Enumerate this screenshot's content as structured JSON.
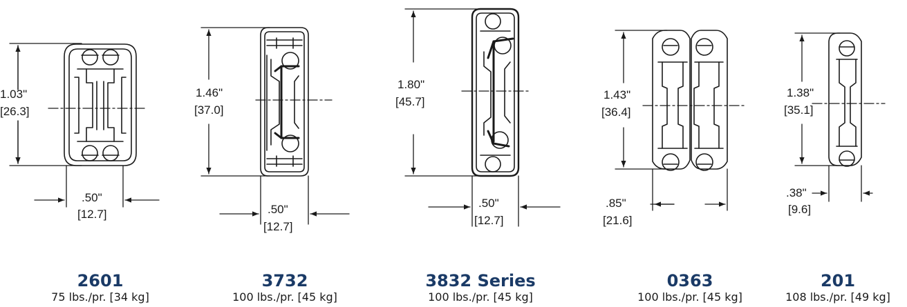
{
  "slides": [
    {
      "model": "2601",
      "rating": "75 lbs./pr. [34 kg]",
      "height_in": "1.03\"",
      "height_mm": "[26.3]",
      "width_in": ".50\"",
      "width_mm": "[12.7]"
    },
    {
      "model": "3732",
      "rating": "100 lbs./pr. [45 kg]",
      "height_in": "1.46\"",
      "height_mm": "[37.0]",
      "width_in": ".50\"",
      "width_mm": "[12.7]"
    },
    {
      "model": "3832 Series",
      "rating": "100 lbs./pr. [45 kg]",
      "height_in": "1.80\"",
      "height_mm": "[45.7]",
      "width_in": ".50\"",
      "width_mm": "[12.7]"
    },
    {
      "model": "0363",
      "rating": "100 lbs./pr. [45 kg]",
      "height_in": "1.43\"",
      "height_mm": "[36.4]",
      "width_in": ".85\"",
      "width_mm": "[21.6]"
    },
    {
      "model": "201",
      "rating": "108 lbs./pr. [49 kg]",
      "height_in": "1.38\"",
      "height_mm": "[35.1]",
      "width_in": ".38\"",
      "width_mm": "[9.6]"
    }
  ],
  "colors": {
    "model_text": "#1a3a66",
    "line": "#1a1a1a"
  }
}
